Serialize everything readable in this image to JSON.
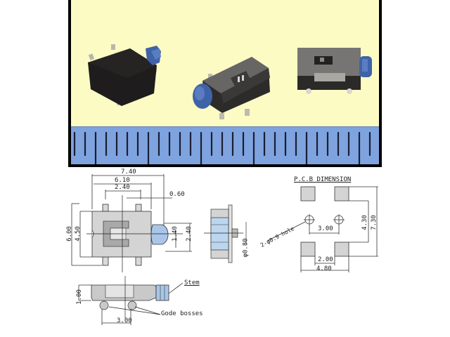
{
  "photo": {
    "background_color": "#fdfbc4",
    "frame_color": "#000000",
    "ruler_color": "#7ea3df",
    "components": [
      {
        "name": "switch-bottom-view",
        "body_color": "#1e1c1c",
        "stem_color": "#3f63a8"
      },
      {
        "name": "switch-angled-top-view",
        "body_color": "#5a5a58",
        "stem_color": "#3f63a8"
      },
      {
        "name": "switch-top-view",
        "body_color": "#6e6e6c",
        "stem_color": "#3f63a8"
      }
    ]
  },
  "top_view": {
    "dims": {
      "overall_width": "7.40",
      "body_width": "6.10",
      "terminal_pitch": "2.40",
      "terminal_width": "0.60",
      "overall_height": "6.00",
      "body_height": "4.50",
      "stem_inner": "1.40",
      "stem_outer": "2.40"
    }
  },
  "side_view": {
    "dims": {
      "stem_diameter": "φ0.80"
    }
  },
  "front_view": {
    "dims": {
      "height": "1.00",
      "boss_pitch": "3.00"
    },
    "callouts": {
      "stem": "Stem",
      "bosses": "Gode bosses"
    }
  },
  "pcb": {
    "title": "P.C.B  DIMENSION",
    "hole_label": "2-φ0.9 hole",
    "dims": {
      "hole_pitch": "3.00",
      "pad_gap": "2.00",
      "pad_span": "4.80",
      "inner_height": "4.30",
      "outer_height": "7.30"
    }
  }
}
